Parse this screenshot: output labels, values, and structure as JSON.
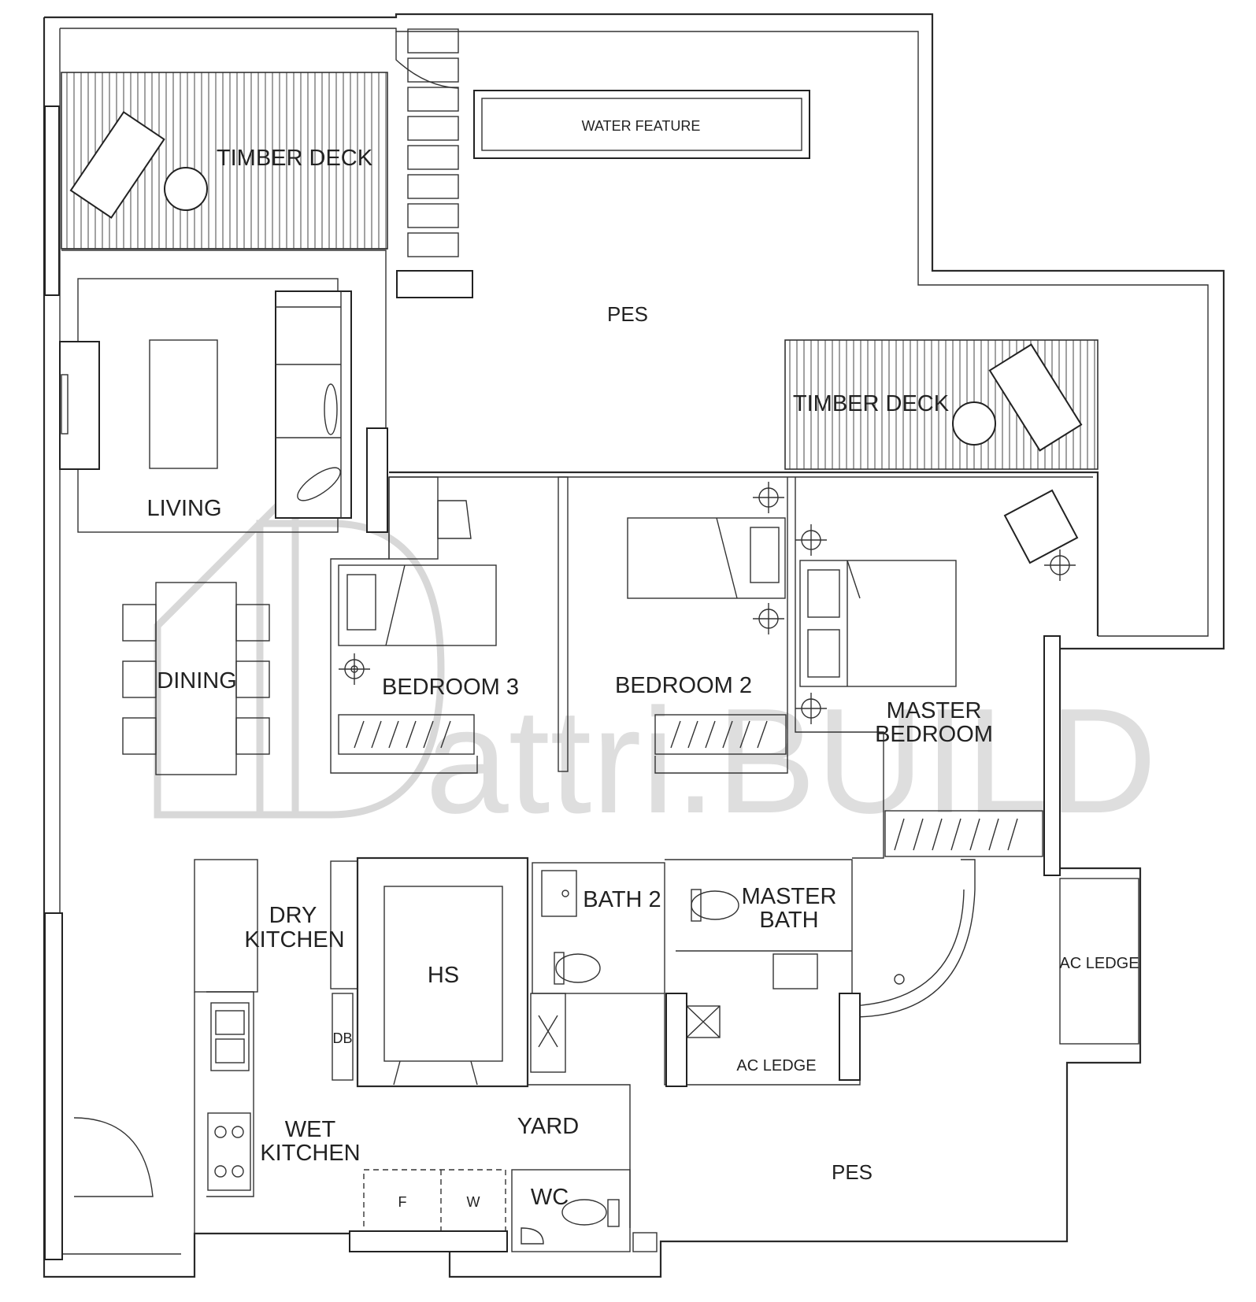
{
  "rooms": {
    "timber_deck_1": "TIMBER DECK",
    "timber_deck_2": "TIMBER DECK",
    "water_feature": "WATER FEATURE",
    "pes_top": "PES",
    "living": "LIVING",
    "dining": "DINING",
    "bedroom_3": "BEDROOM 3",
    "bedroom_2": "BEDROOM 2",
    "master_bedroom_l1": "MASTER",
    "master_bedroom_l2": "BEDROOM",
    "dry_kitchen_l1": "DRY",
    "dry_kitchen_l2": "KITCHEN",
    "hs": "HS",
    "db": "DB",
    "bath_2": "BATH 2",
    "master_bath_l1": "MASTER",
    "master_bath_l2": "BATH",
    "ac_ledge_right": "AC LEDGE",
    "ac_ledge_mid": "AC LEDGE",
    "wet_kitchen_l1": "WET",
    "wet_kitchen_l2": "KITCHEN",
    "yard": "YARD",
    "fridge": "F",
    "washer": "W",
    "wc": "WC",
    "pes_bottom": "PES"
  },
  "watermark": {
    "brand": "attri.BUILD"
  },
  "colors": {
    "line": "#2a2a2a",
    "watermark": "#dedede",
    "background": "#ffffff"
  }
}
